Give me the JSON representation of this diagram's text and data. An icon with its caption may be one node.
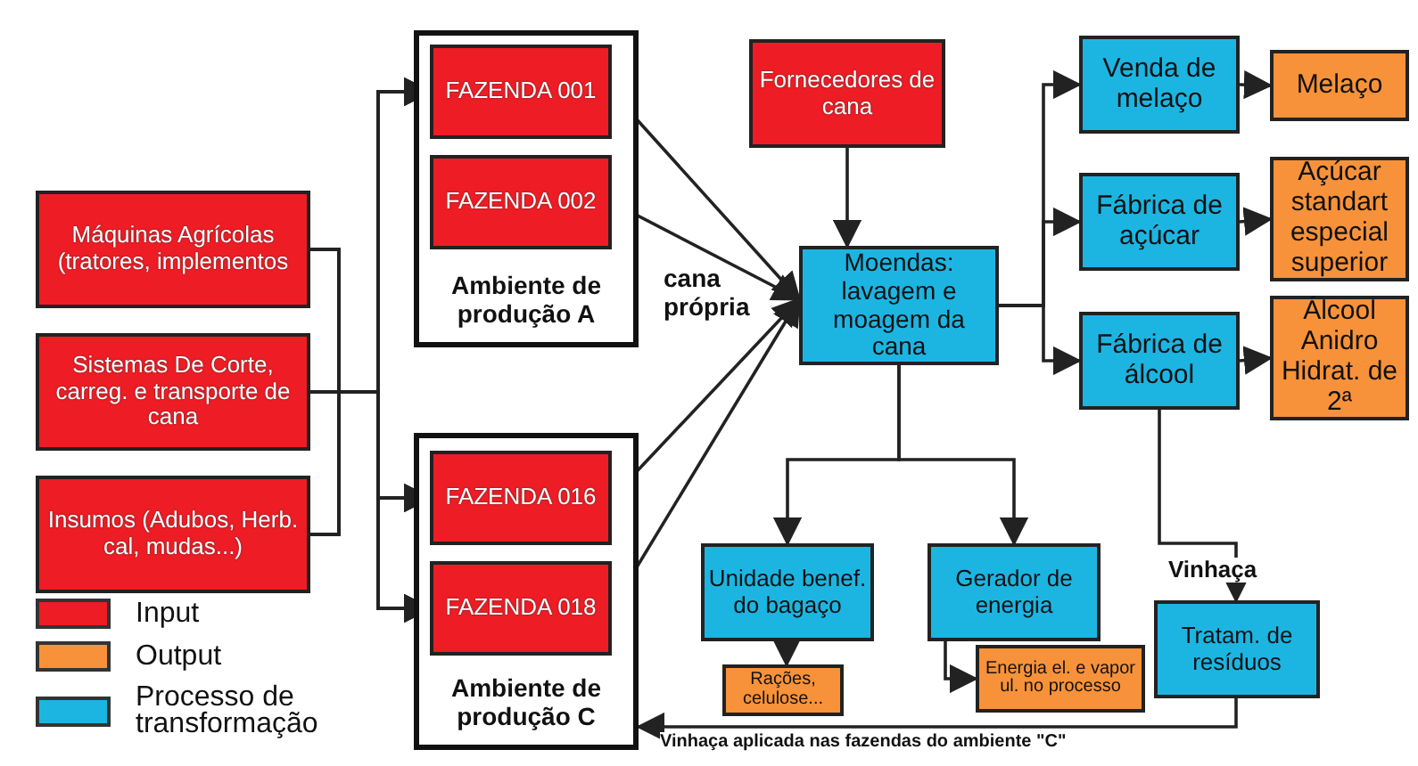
{
  "diagram": {
    "nodes": [
      {
        "text": [
          "Máquinas Agrícolas (tratores, implementos"
        ]
      },
      {
        "text": [
          "Sistemas De Corte, carreg. e transporte de cana"
        ]
      },
      {
        "text": [
          "Insumos (Adubos, Herb. cal, mudas...)"
        ]
      },
      {
        "text": [
          "Ambiente de produção A"
        ]
      },
      {
        "text": [
          "FAZENDA 001"
        ],
        "in": 3
      },
      {
        "text": [
          "FAZENDA 002"
        ],
        "in": 3
      },
      {
        "text": [
          "Ambiente de produção C"
        ]
      },
      {
        "text": [
          "FAZENDA 016"
        ],
        "in": 6
      },
      {
        "text": [
          "FAZENDA 018"
        ],
        "in": 6
      },
      {
        "text": [
          "Fornecedores de cana"
        ]
      },
      {
        "text": [
          "Moendas: lavagem e moagem da cana"
        ]
      },
      {
        "text": [
          "Venda de melaço"
        ]
      },
      {
        "text": [
          "Melaço"
        ]
      },
      {
        "text": [
          "Fábrica de açúcar"
        ]
      },
      {
        "text": [
          "Açúcar standart especial superior"
        ]
      },
      {
        "text": [
          "Fábrica de álcool"
        ]
      },
      {
        "text": [
          "Álcool Anidro Hidrat. de 2ª"
        ]
      },
      {
        "text": [
          "Unidade benef. do bagaço"
        ]
      },
      {
        "text": [
          "Rações, celulose..."
        ]
      },
      {
        "text": [
          "Gerador de energia"
        ]
      },
      {
        "text": [
          "Energia el. e vapor ul. no processo"
        ]
      },
      {
        "text": [
          "Tratam. de resíduos"
        ]
      }
    ],
    "edges": [
      {
        "from": 0,
        "to": 4,
        "arrow": "to"
      },
      {
        "from": 1,
        "to": 4,
        "arrow": "to"
      },
      {
        "from": 2,
        "to": 4,
        "arrow": "to"
      },
      {
        "from": 0,
        "to": 7,
        "arrow": "to"
      },
      {
        "from": 1,
        "to": 7,
        "arrow": "to"
      },
      {
        "from": 2,
        "to": 7,
        "arrow": "to"
      },
      {
        "from": 0,
        "to": 8,
        "arrow": "to"
      },
      {
        "from": 1,
        "to": 8,
        "arrow": "to"
      },
      {
        "from": 2,
        "to": 8,
        "arrow": "to"
      },
      {
        "from": 4,
        "to": 10,
        "arrow": "to"
      },
      {
        "from": 5,
        "to": 10,
        "arrow": "to"
      },
      {
        "from": 7,
        "to": 10,
        "arrow": "to"
      },
      {
        "from": 8,
        "to": 10,
        "arrow": "to"
      },
      {
        "from": 9,
        "to": 10,
        "arrow": "to"
      },
      {
        "from": 10,
        "to": 11,
        "arrow": "to"
      },
      {
        "from": 10,
        "to": 13,
        "arrow": "to"
      },
      {
        "from": 10,
        "to": 15,
        "arrow": "to"
      },
      {
        "from": 11,
        "to": 12,
        "arrow": "to"
      },
      {
        "from": 13,
        "to": 14,
        "arrow": "to"
      },
      {
        "from": 15,
        "to": 16,
        "arrow": "to"
      },
      {
        "from": 10,
        "to": 17,
        "arrow": "to"
      },
      {
        "from": 10,
        "to": 19,
        "arrow": "to"
      },
      {
        "from": 17,
        "to": 18,
        "arrow": "to"
      },
      {
        "from": 19,
        "to": 20,
        "arrow": "to"
      },
      {
        "from": 15,
        "to": 21,
        "label": "Vinhaça",
        "arrow": "to"
      },
      {
        "from": 21,
        "to": 6,
        "label": "Vinhaça aplicada nas fazendas do ambiente \"C\"",
        "arrow": "to"
      }
    ],
    "labels": [
      "cana própria"
    ],
    "legend": [
      {
        "text": "Input",
        "color": "#ee1c24"
      },
      {
        "text": "Output",
        "color": "#f7923a"
      },
      {
        "text": "Processo de transformação",
        "color": "#1cb5e2"
      }
    ]
  }
}
